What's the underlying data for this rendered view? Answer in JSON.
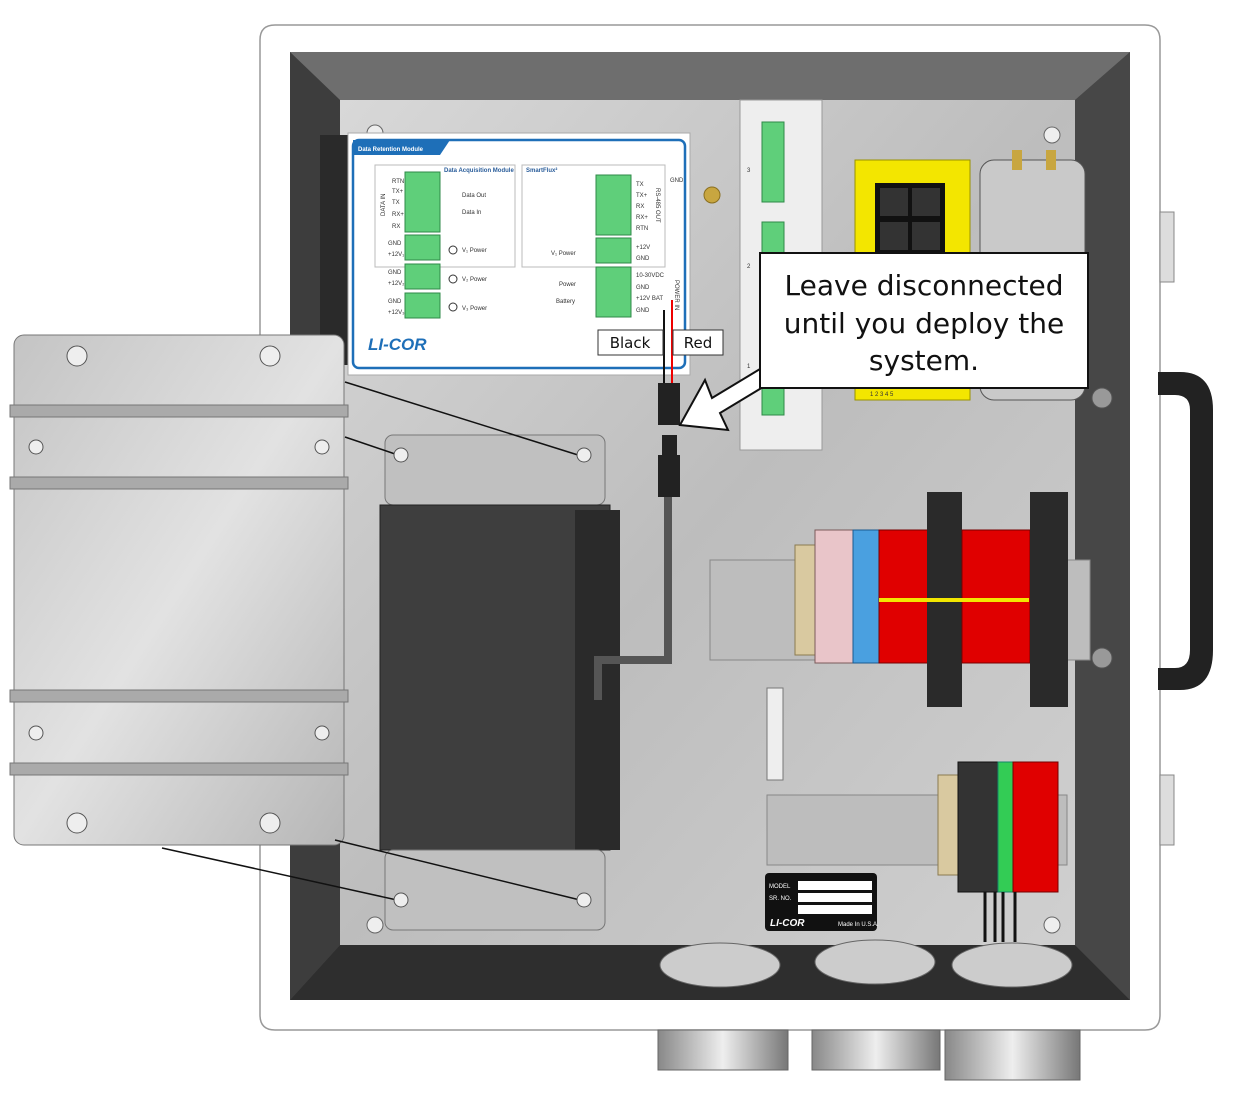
{
  "callout": {
    "line1": "Leave disconnected",
    "line2": "until you deploy the",
    "line3": "system."
  },
  "wire_labels": {
    "black": "Black",
    "red": "Red"
  },
  "module": {
    "title": "Data Retention Module",
    "daq_title": "Data Acquisition Module",
    "smartflux_title": "SmartFlux²",
    "brand": "LI-COR",
    "data_in": "DATA IN",
    "data_in_pins": [
      "RTN",
      "TX+",
      "TX",
      "RX+",
      "RX"
    ],
    "daq_power_pins": [
      "GND",
      "+12V₁"
    ],
    "v2_pins": [
      "GND",
      "+12V₂"
    ],
    "v3_pins": [
      "GND",
      "+12V₃"
    ],
    "data_out": "Data Out",
    "data_in_led": "Data In",
    "v1_power": "V₁ Power",
    "v2_power": "V₂ Power",
    "v3_power": "V₃ Power",
    "sf_pins": [
      "TX",
      "TX+",
      "RX",
      "RX+",
      "RTN"
    ],
    "rs485_out": "RS-485 OUT",
    "sf_power_pins": [
      "+12V",
      "GND"
    ],
    "sf_v_power": "V₁ Power",
    "power_pins": [
      "10-30VDC",
      "GND",
      "+12V BAT",
      "GND"
    ],
    "power_in": "POWER IN",
    "power_led": "Power",
    "battery_led": "Battery",
    "gnd": "GND"
  },
  "nameplate": {
    "model": "MODEL",
    "serial": "SR. NO.",
    "brand": "LI-COR",
    "made_in": "Made In U.S.A."
  },
  "din_numbers": [
    "3",
    "2",
    "1"
  ],
  "switch_ports": "1 2 3 4 5",
  "colors": {
    "frame": "#4d4d4d",
    "plate": "#c8c8c8",
    "terminal_red": "#e00000",
    "terminal_green": "#33cc55",
    "module_blue": "#1e6fb8",
    "switch_yellow": "#f3e600"
  }
}
